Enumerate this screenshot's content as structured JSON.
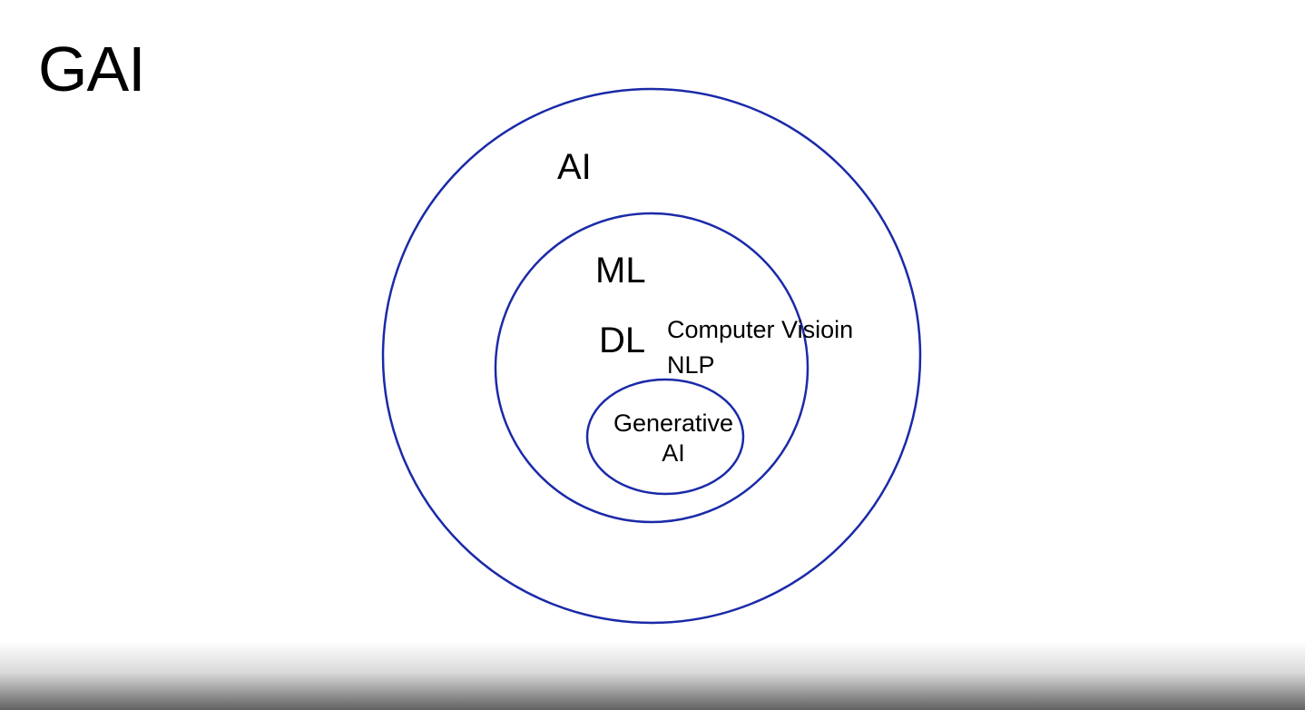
{
  "slide": {
    "title": "GAI"
  },
  "diagram": {
    "stroke_color": "#1a2aa8",
    "sets": [
      {
        "id": "ai",
        "label": "AI"
      },
      {
        "id": "ml",
        "label": "ML"
      },
      {
        "id": "dl",
        "label": "DL",
        "items": [
          "Computer Visioin",
          "NLP"
        ]
      },
      {
        "id": "generative",
        "label_lines": [
          "Generative",
          "AI"
        ]
      }
    ]
  }
}
